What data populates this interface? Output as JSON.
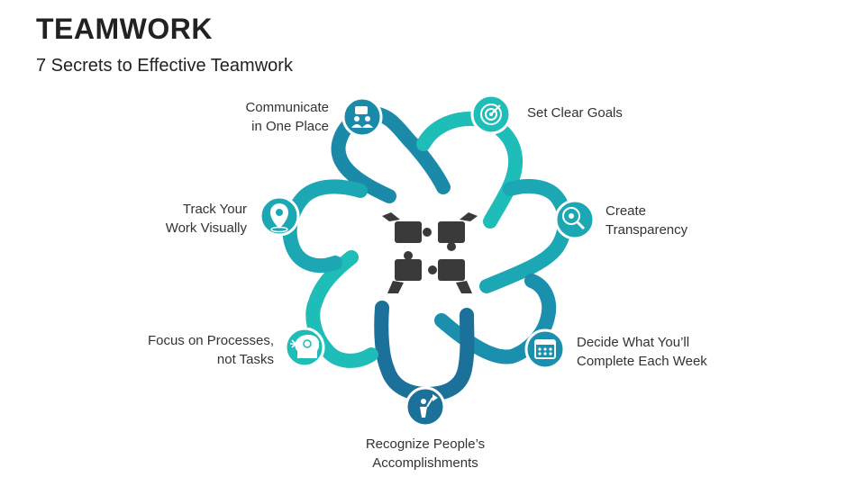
{
  "title": "TEAMWORK",
  "subtitle": "7 Secrets to Effective Teamwork",
  "colors": {
    "teal_light": "#1fbdb8",
    "teal_mid": "#18a3b3",
    "blue_dark": "#1b7199",
    "center_icon": "#3a3a3a"
  },
  "center_icon": "puzzle-hands-icon",
  "items": [
    {
      "lines": [
        "Communicate",
        "in One Place"
      ],
      "icon": "chat-people-icon"
    },
    {
      "lines": [
        "Set Clear Goals"
      ],
      "icon": "target-icon"
    },
    {
      "lines": [
        "Create",
        "Transparency"
      ],
      "icon": "eye-magnifier-icon"
    },
    {
      "lines": [
        "Decide What You’ll",
        "Complete Each Week"
      ],
      "icon": "calendar-icon"
    },
    {
      "lines": [
        "Recognize People’s",
        "Accomplishments"
      ],
      "icon": "person-flag-icon"
    },
    {
      "lines": [
        "Focus on Processes,",
        "not Tasks"
      ],
      "icon": "head-target-icon"
    },
    {
      "lines": [
        "Track Your",
        "Work Visually"
      ],
      "icon": "location-pin-icon"
    }
  ]
}
